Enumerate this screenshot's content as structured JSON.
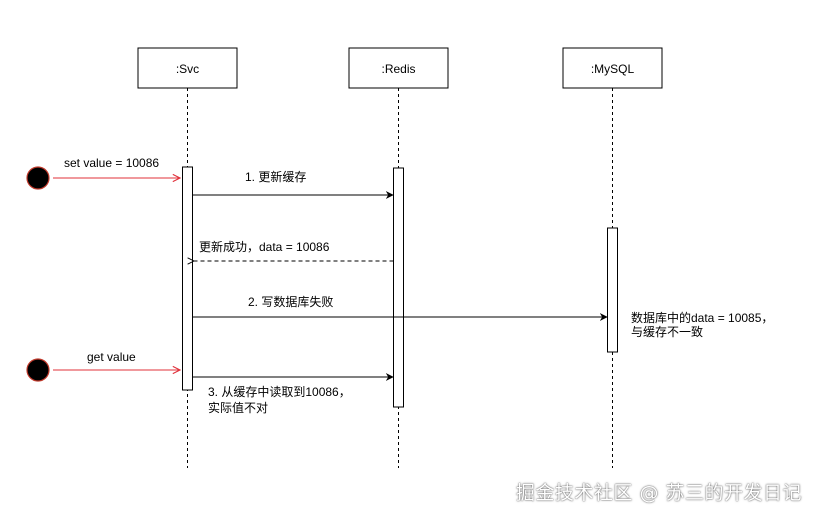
{
  "participants": {
    "svc": ":Svc",
    "redis": ":Redis",
    "mysql": ":MySQL"
  },
  "colors": {
    "actor_fill": "#000000",
    "actor_stroke": "#c0392b",
    "actor_arrow": "#e0303a",
    "line": "#000000"
  },
  "actors": {
    "set_label": "set value = 10086",
    "get_label": "get value"
  },
  "messages": {
    "m1": "1. 更新缓存",
    "m_return": "更新成功，data = 10086",
    "m2": "2. 写数据库失败",
    "m3_line1": "3. 从缓存中读取到10086，",
    "m3_line2": "实际值不对"
  },
  "notes": {
    "mysql_line1": "数据库中的data = 10085，",
    "mysql_line2": "与缓存不一致"
  },
  "watermark": "掘金技术社区 @ 苏三的开发日记"
}
